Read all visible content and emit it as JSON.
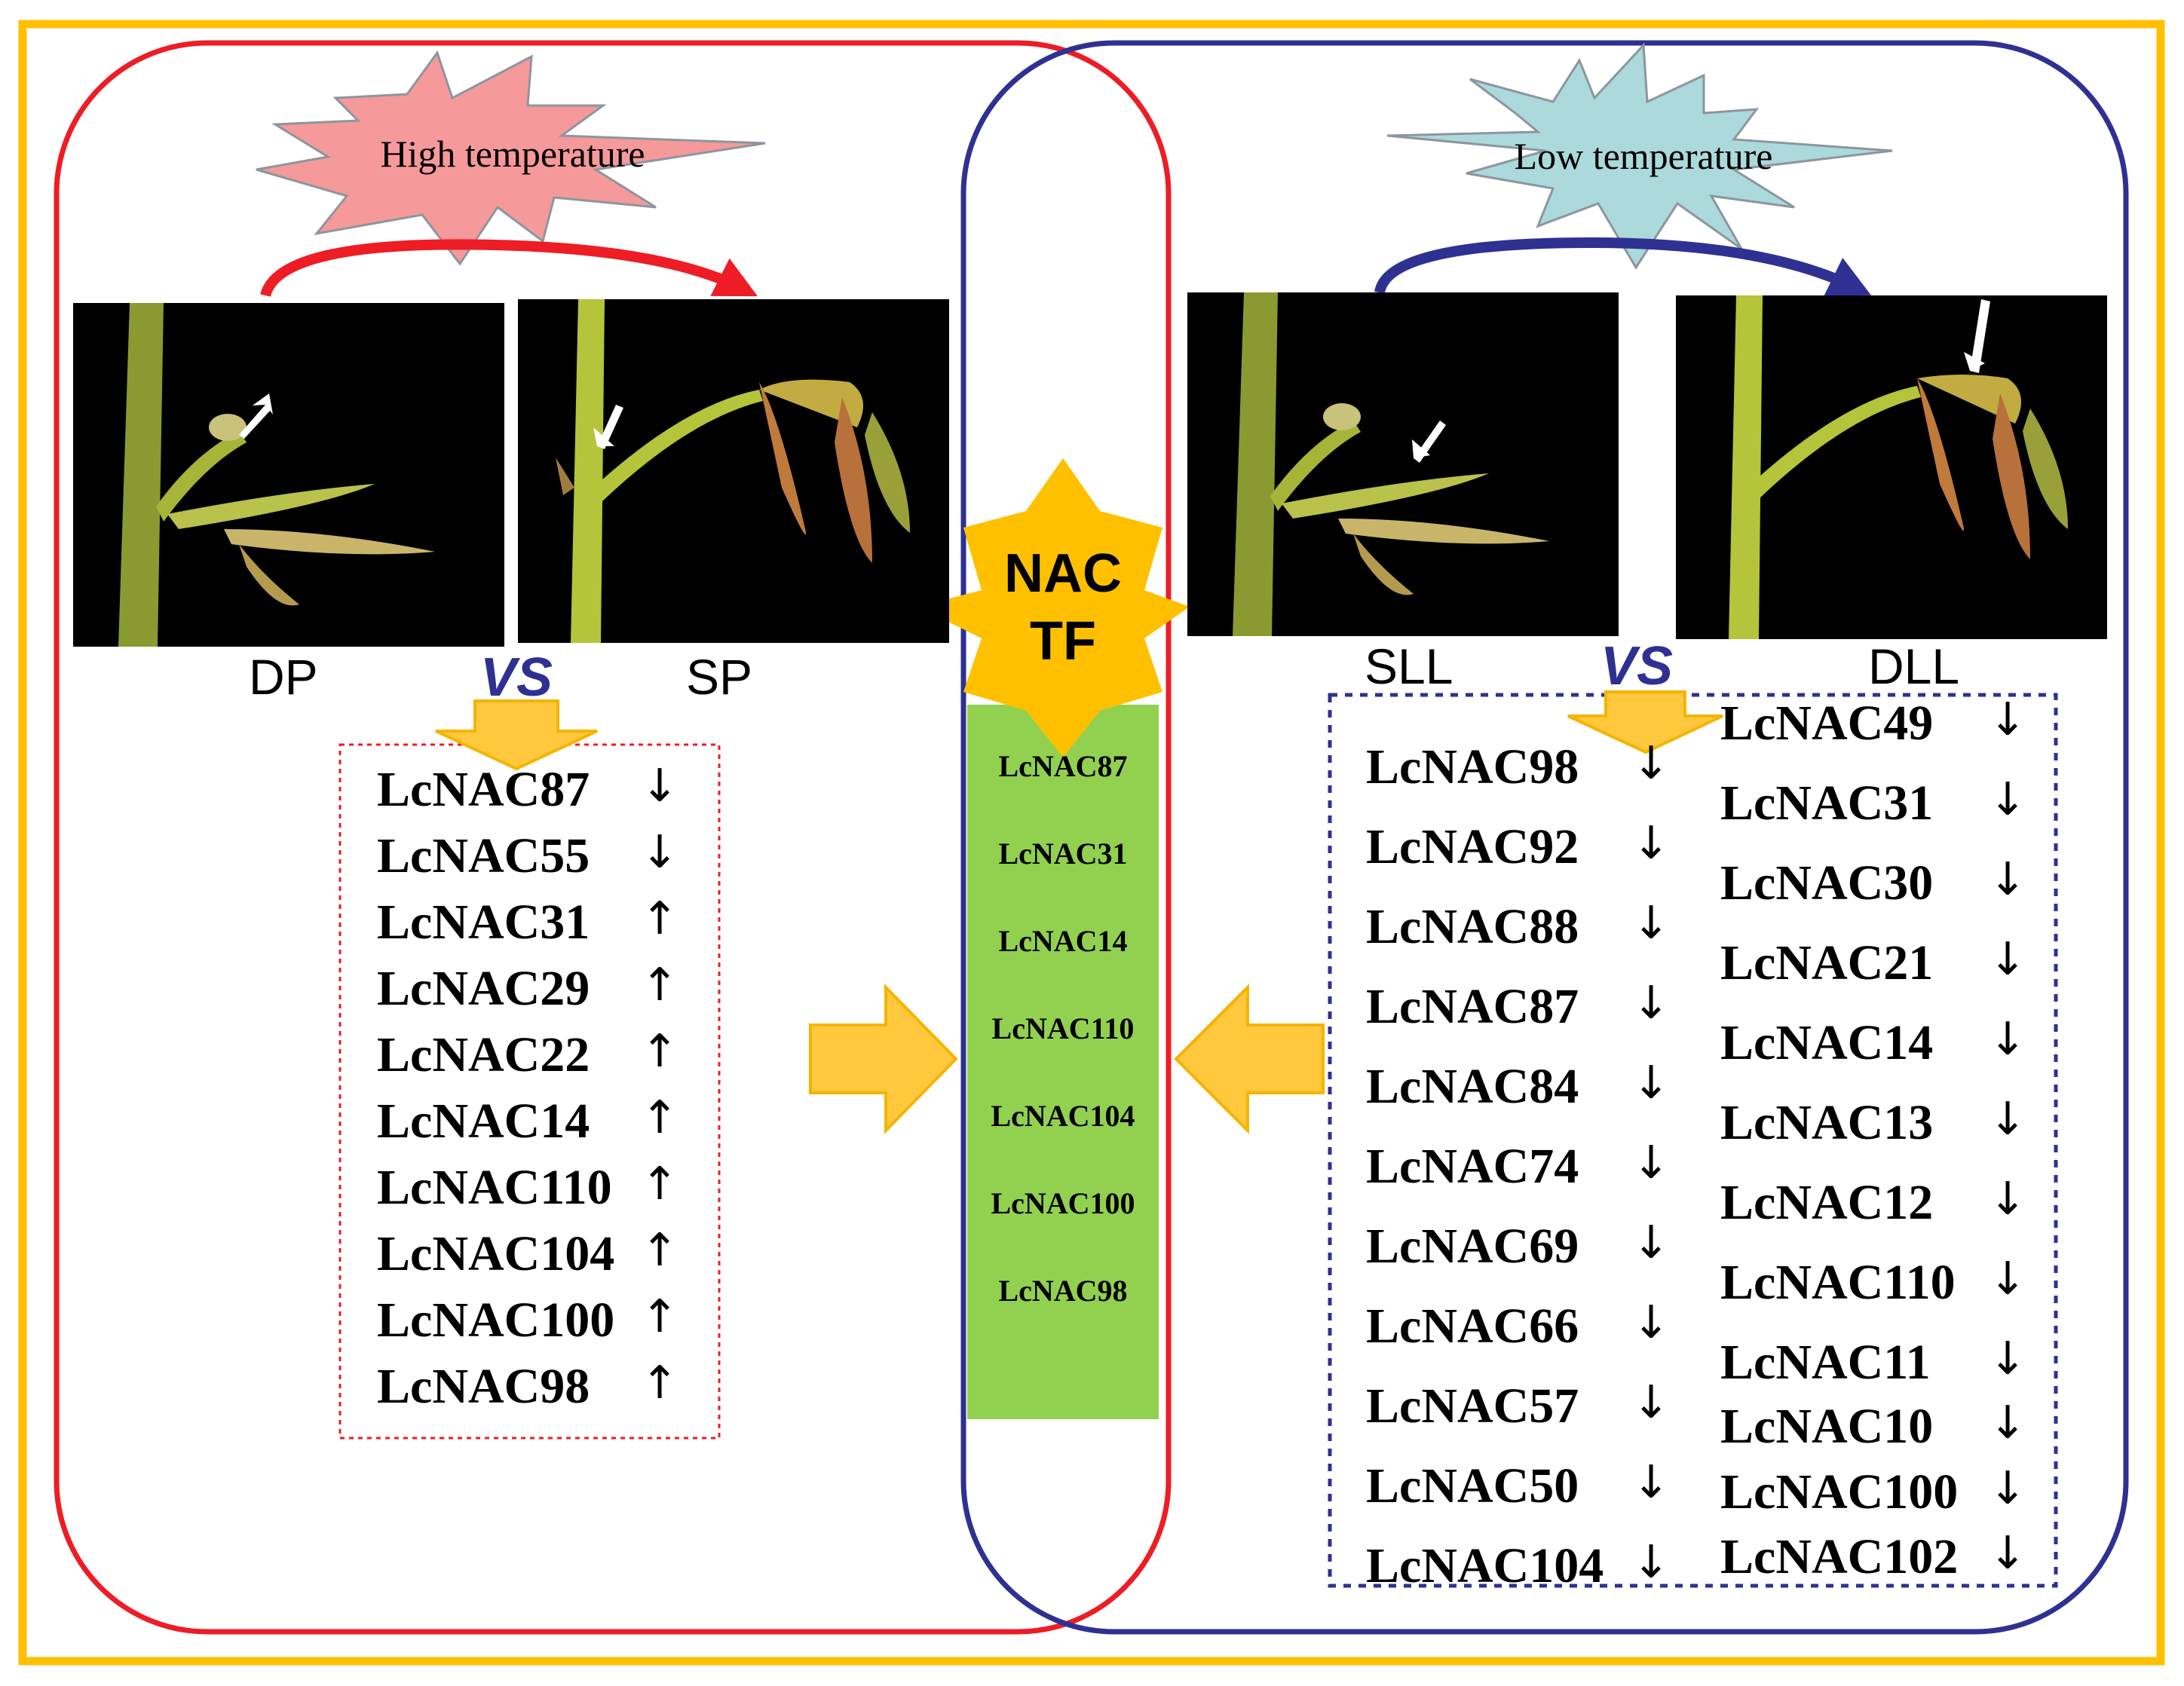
{
  "heat": {
    "stress_label": "High temperature",
    "left_label": "DP",
    "right_label": "SP",
    "vs_label": "VS",
    "genes": [
      {
        "name": "LcNAC87",
        "dir": "↓"
      },
      {
        "name": "LcNAC55",
        "dir": "↓"
      },
      {
        "name": "LcNAC31",
        "dir": "↑"
      },
      {
        "name": "LcNAC29",
        "dir": "↑"
      },
      {
        "name": "LcNAC22",
        "dir": "↑"
      },
      {
        "name": "LcNAC14",
        "dir": "↑"
      },
      {
        "name": "LcNAC110",
        "dir": "↑"
      },
      {
        "name": "LcNAC104",
        "dir": "↑"
      },
      {
        "name": "LcNAC100",
        "dir": "↑"
      },
      {
        "name": "LcNAC98",
        "dir": "↑"
      }
    ]
  },
  "cold": {
    "stress_label": "Low temperature",
    "left_label": "SLL",
    "right_label": "DLL",
    "vs_label": "VS",
    "genes_col1": [
      {
        "name": "LcNAC98",
        "dir": "↓"
      },
      {
        "name": "LcNAC92",
        "dir": "↓"
      },
      {
        "name": "LcNAC88",
        "dir": "↓"
      },
      {
        "name": "LcNAC87",
        "dir": "↓"
      },
      {
        "name": "LcNAC84",
        "dir": "↓"
      },
      {
        "name": "LcNAC74",
        "dir": "↓"
      },
      {
        "name": "LcNAC69",
        "dir": "↓"
      },
      {
        "name": "LcNAC66",
        "dir": "↓"
      },
      {
        "name": "LcNAC57",
        "dir": "↓"
      },
      {
        "name": "LcNAC50",
        "dir": "↓"
      },
      {
        "name": "LcNAC104",
        "dir": "↓"
      }
    ],
    "genes_col2": [
      {
        "name": "LcNAC49",
        "dir": "↓"
      },
      {
        "name": "LcNAC31",
        "dir": "↓"
      },
      {
        "name": "LcNAC30",
        "dir": "↓"
      },
      {
        "name": "LcNAC21",
        "dir": "↓"
      },
      {
        "name": "LcNAC14",
        "dir": "↓"
      },
      {
        "name": "LcNAC13",
        "dir": "↓"
      },
      {
        "name": "LcNAC12",
        "dir": "↓"
      },
      {
        "name": "LcNAC110",
        "dir": "↓"
      },
      {
        "name": "LcNAC11",
        "dir": "↓"
      },
      {
        "name": "LcNAC10",
        "dir": "↓"
      },
      {
        "name": "LcNAC100",
        "dir": "↓"
      },
      {
        "name": "LcNAC102",
        "dir": "↓"
      }
    ]
  },
  "center": {
    "title_line1": "NAC",
    "title_line2": "TF",
    "shared_genes": [
      "LcNAC87",
      "LcNAC31",
      "LcNAC14",
      "LcNAC110",
      "LcNAC104",
      "LcNAC100",
      "LcNAC98"
    ]
  },
  "colors": {
    "frame": "#ffc000",
    "heat_outline": "#ee1c25",
    "cold_outline": "#2e3192",
    "heat_burst": "#f5999a",
    "cold_burst": "#abd9dc",
    "burst_stroke": "#8c969e",
    "shared_box": "#92d050",
    "block_arrow": "#ffc83d",
    "block_arrow_edge": "#f5b400",
    "nac_star": "#ffc000"
  }
}
